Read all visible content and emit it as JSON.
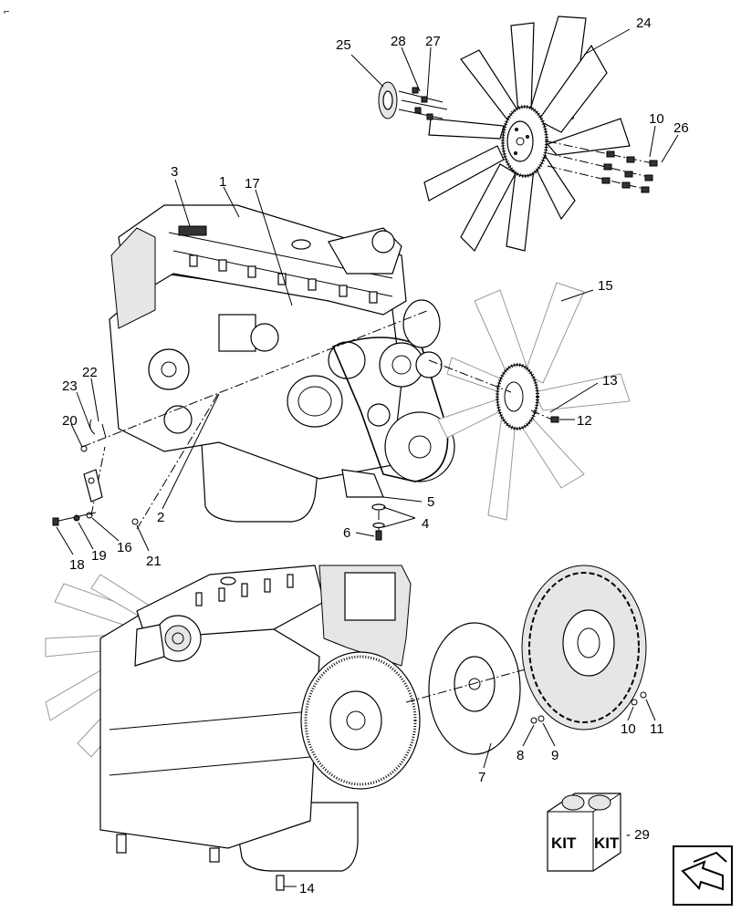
{
  "callouts": {
    "c1": "1",
    "c2": "2",
    "c3": "3",
    "c4": "4",
    "c5": "5",
    "c6": "6",
    "c7": "7",
    "c8": "8",
    "c9": "9",
    "c10a": "10",
    "c10b": "10",
    "c11": "11",
    "c12": "12",
    "c13": "13",
    "c14": "14",
    "c15": "15",
    "c16": "16",
    "c17": "17",
    "c18": "18",
    "c19": "19",
    "c20": "20",
    "c21": "21",
    "c22": "22",
    "c23": "23",
    "c24": "24",
    "c25": "25",
    "c26": "26",
    "c27": "27",
    "c28": "28",
    "c29": "- 29"
  },
  "kit": {
    "label_left": "KIT",
    "label_right": "KIT"
  },
  "corner_mark": "⌐",
  "icons": {
    "nav": "return-arrow-icon"
  }
}
